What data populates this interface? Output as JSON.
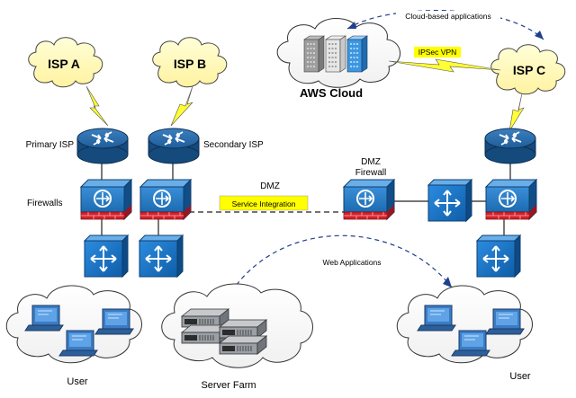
{
  "labels": {
    "isp_a": "ISP A",
    "isp_b": "ISP B",
    "isp_c": "ISP C",
    "aws_cloud": "AWS Cloud",
    "cloud_apps": "Cloud-based applications",
    "ipsec_vpn": "IPSec VPN",
    "primary_isp": "Primary ISP",
    "secondary_isp": "Secondary ISP",
    "firewalls": "Firewalls",
    "dmz": "DMZ",
    "dmz_firewall_line1": "DMZ",
    "dmz_firewall_line2": "Firewall",
    "service_integration": "Service Integration",
    "web_applications": "Web Applications",
    "user_left": "User",
    "server_farm": "Server Farm",
    "user_right": "User"
  },
  "colors": {
    "cloud_fill": "#ffffc6",
    "router_blue": "#1f5d99",
    "firewall_red": "#d6202a",
    "switch_blue": "#1c75bc",
    "lightning": "#ffff33",
    "highlight": "#ffff00",
    "dashed_arrow": "#1f3f8f"
  },
  "icons": [
    "cloud-icon",
    "router-icon",
    "firewall-icon",
    "switch-icon",
    "lightning-bolt-icon",
    "server-icon",
    "computer-icon",
    "building-icon"
  ]
}
